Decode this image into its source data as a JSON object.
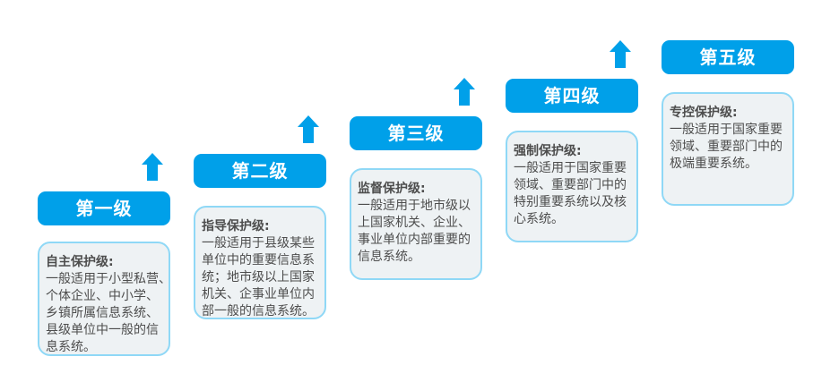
{
  "palette": {
    "blue": "#00a0e9",
    "card_bg": "#eef2f4",
    "card_border": "#8fd8f6",
    "text": "#4d4d4d"
  },
  "levels": [
    {
      "label": "第一级",
      "title": "自主保护级:",
      "lines": [
        "一般适用于小型私营、",
        "个体企业、中小学、",
        "乡镇所属信息系统、",
        "县级单位中一般的信",
        "息系统。"
      ]
    },
    {
      "label": "第二级",
      "title": "指导保护级:",
      "lines": [
        "一般适用于县级某些",
        "单位中的重要信息系",
        "统；地市级以上国家",
        "机关、企事业单位内",
        "部一般的信息系统。"
      ]
    },
    {
      "label": "第三级",
      "title": "监督保护级:",
      "lines": [
        "一般适用于地市级以",
        "上国家机关、企业、",
        "事业单位内部重要的",
        "信息系统。"
      ]
    },
    {
      "label": "第四级",
      "title": "强制保护级:",
      "lines": [
        "一般适用于国家重要",
        "领域、重要部门中的",
        "特别重要系统以及核",
        "心系统。"
      ]
    },
    {
      "label": "第五级",
      "title": "专控保护级:",
      "lines": [
        "一般适用于国家重要",
        "领域、重要部门中的",
        "极端重要系统。"
      ]
    }
  ]
}
